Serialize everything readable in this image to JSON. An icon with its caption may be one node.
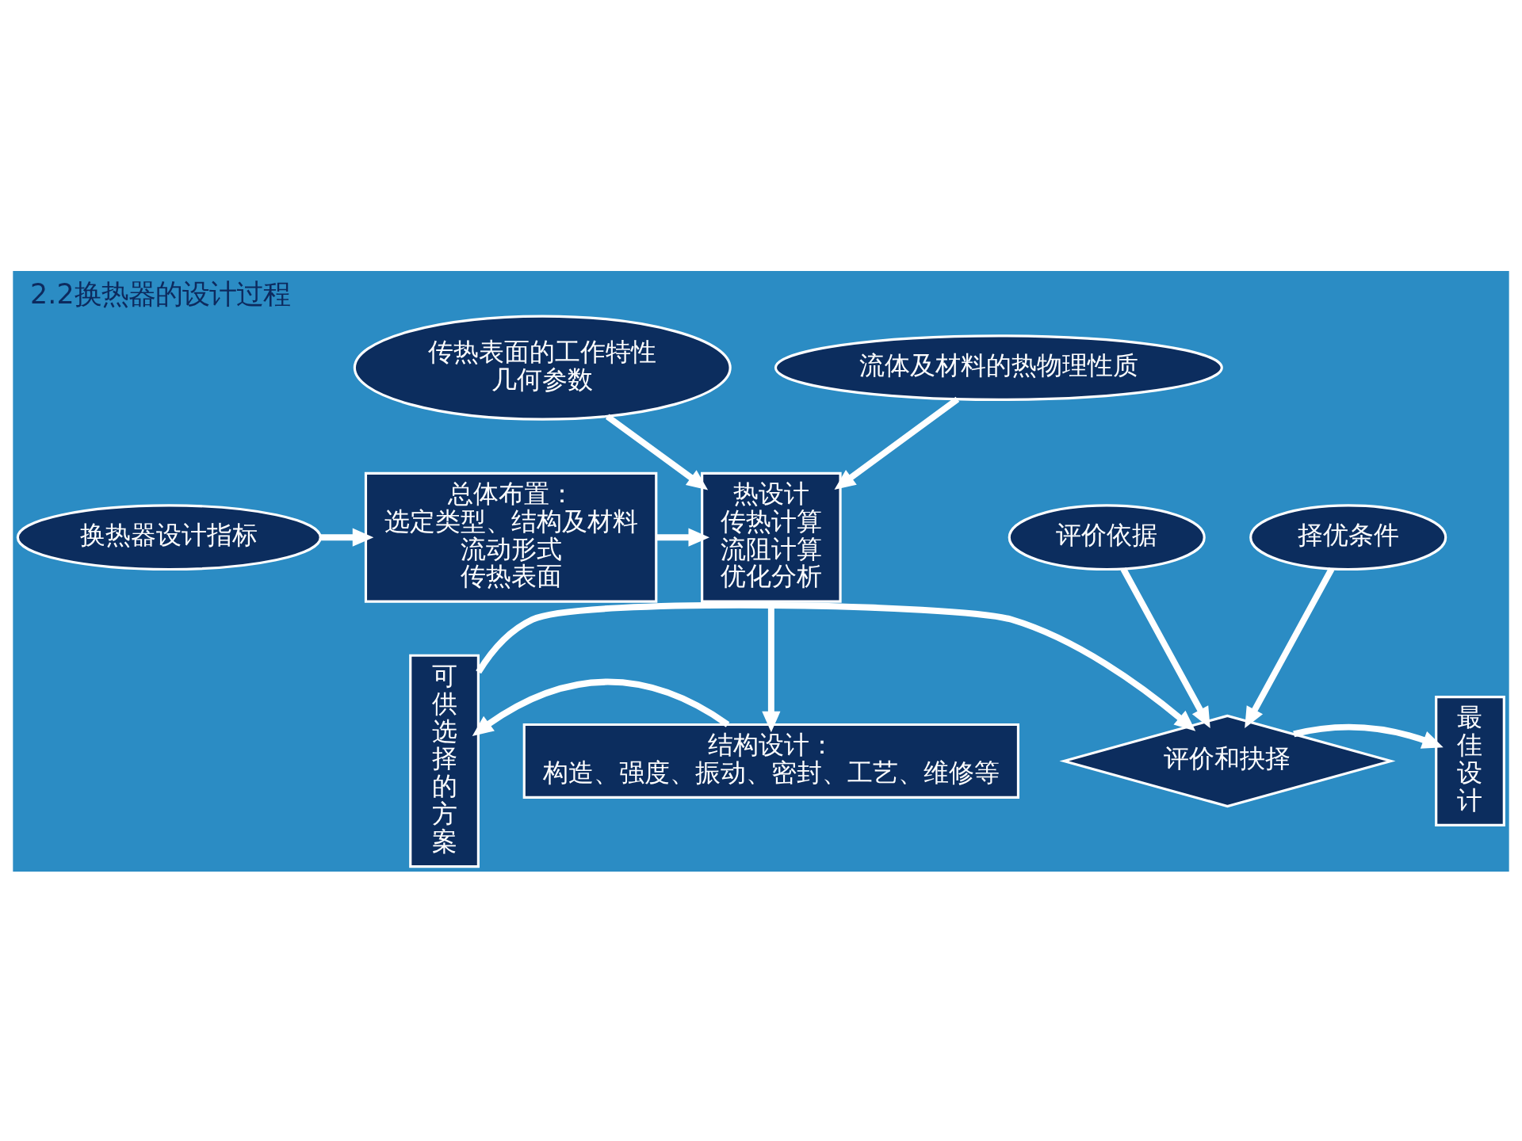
{
  "diagram": {
    "title": "2.2换热器的设计过程",
    "nodes": [
      {
        "text": [
          "换热器设计指标"
        ]
      },
      {
        "text": [
          "总体布置：",
          "选定类型、结构及材料",
          "流动形式",
          "传热表面"
        ]
      },
      {
        "text": [
          "传热表面的工作特性",
          "几何参数"
        ]
      },
      {
        "text": [
          "流体及材料的热物理性质"
        ]
      },
      {
        "text": [
          "热设计",
          "传热计算",
          "流阻计算",
          "优化分析"
        ]
      },
      {
        "text": [
          "结构设计：",
          "构造、强度、振动、密封、工艺、维修等"
        ]
      },
      {
        "text": [
          "可供选择的方案"
        ]
      },
      {
        "text": [
          "评价依据"
        ]
      },
      {
        "text": [
          "评价和抉择"
        ]
      },
      {
        "text": [
          "择优条件"
        ]
      },
      {
        "text": [
          "最佳设计"
        ]
      }
    ],
    "edges": [
      {
        "from": 0,
        "to": 1,
        "arrow": "to"
      },
      {
        "from": 1,
        "to": 4,
        "arrow": "to"
      },
      {
        "from": 2,
        "to": 4,
        "arrow": "to"
      },
      {
        "from": 3,
        "to": 4,
        "arrow": "to"
      },
      {
        "from": 4,
        "to": 5,
        "arrow": "to"
      },
      {
        "from": 5,
        "to": 6,
        "arrow": "to"
      },
      {
        "from": 6,
        "to": 8,
        "arrow": "to"
      },
      {
        "from": 7,
        "to": 8,
        "arrow": "to"
      },
      {
        "from": 9,
        "to": 8,
        "arrow": "to"
      },
      {
        "from": 8,
        "to": 10,
        "arrow": "to"
      }
    ]
  }
}
